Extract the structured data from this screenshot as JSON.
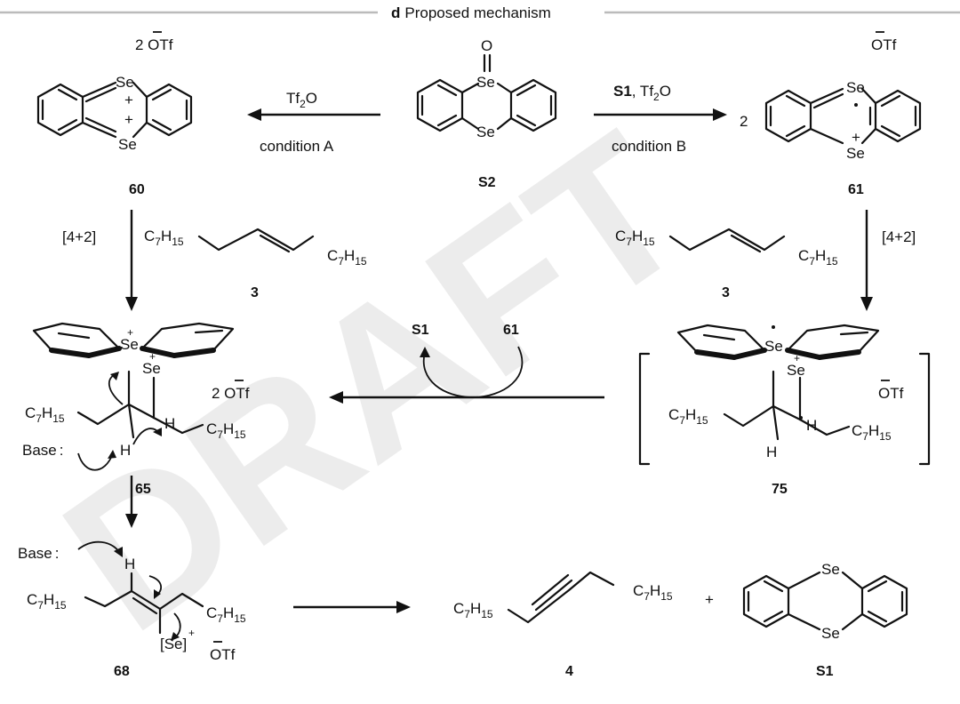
{
  "header": {
    "panel_letter": "d",
    "title": "Proposed mechanism"
  },
  "watermark": "DRAFT",
  "compounds": {
    "c60": "60",
    "cS2": "S2",
    "c61": "61",
    "c3a": "3",
    "c3b": "3",
    "c65": "65",
    "c75": "75",
    "c68": "68",
    "c4": "4",
    "cS1": "S1"
  },
  "conditions": {
    "left_reagent": "Tf2O",
    "left_condition": "condition A",
    "right_reagent_s1": "S1",
    "right_reagent_rest": ", Tf2O",
    "right_condition": "condition B",
    "right_coeff": "2",
    "cycloadd_left": "[4+2]",
    "cycloadd_right": "[4+2]",
    "cycle_out": "S1",
    "cycle_in": "61"
  },
  "labels": {
    "otf_2": "2 OTf",
    "otf": "OTf",
    "se": "Se",
    "base": "Base",
    "h": "H",
    "c7h15": "C7H15",
    "se_bracket": "[Se]",
    "plus": "+",
    "oxygen": "O"
  }
}
